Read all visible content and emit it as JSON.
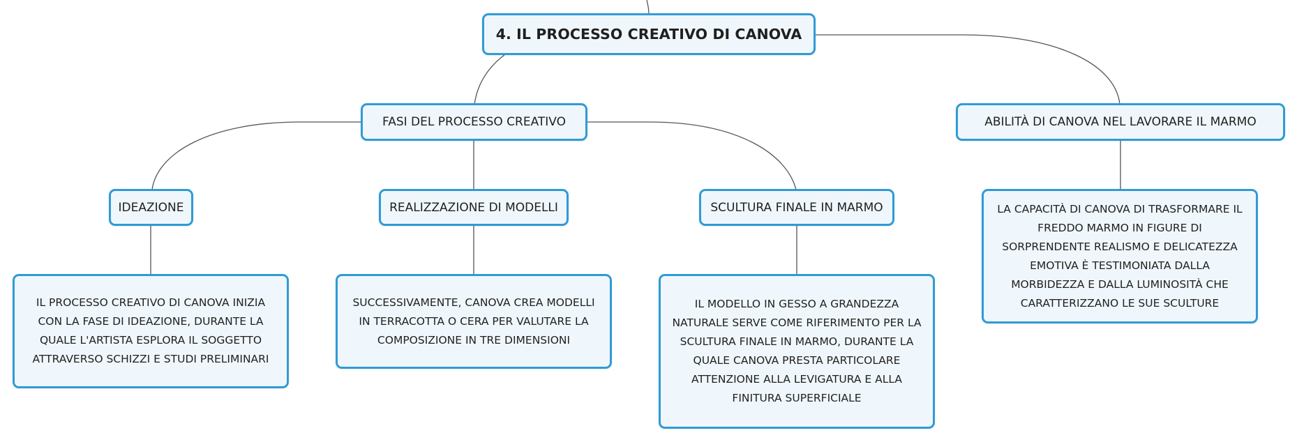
{
  "diagram": {
    "root": {
      "label": "4. IL PROCESSO CREATIVO DI CANOVA"
    },
    "fasi": {
      "label": "FASI DEL PROCESSO CREATIVO"
    },
    "abilita": {
      "label": "ABILITÀ DI CANOVA NEL LAVORARE IL MARMO"
    },
    "ideazione": {
      "label": "IDEAZIONE"
    },
    "modelli": {
      "label": "REALIZZAZIONE DI MODELLI"
    },
    "scultura": {
      "label": "SCULTURA FINALE IN MARMO"
    },
    "ideazione_text": "IL PROCESSO CREATIVO DI CANOVA INIZIA\nCON LA FASE DI IDEAZIONE, DURANTE LA\nQUALE L'ARTISTA ESPLORA IL SOGGETTO\nATTRAVERSO SCHIZZI E STUDI PRELIMINARI",
    "modelli_text": "SUCCESSIVAMENTE, CANOVA CREA MODELLI\nIN TERRACOTTA O CERA PER VALUTARE LA\nCOMPOSIZIONE IN TRE DIMENSIONI",
    "scultura_text": "IL MODELLO IN GESSO A GRANDEZZA\nNATURALE SERVE COME RIFERIMENTO PER LA\nSCULTURA FINALE IN MARMO, DURANTE LA\nQUALE CANOVA PRESTA PARTICOLARE\nATTENZIONE ALLA LEVIGATURA E ALLA\nFINITURA SUPERFICIALE",
    "abilita_text": "LA CAPACITÀ DI CANOVA DI TRASFORMARE IL\nFREDDO MARMO IN FIGURE DI\nSORPRENDENTE REALISMO E DELICATEZZA\nEMOTIVA È TESTIMONIATA DALLA\nMORBIDEZZA E DALLA LUMINOSITÀ CHE\nCARATTERIZZANO LE SUE SCULTURE",
    "colors": {
      "border": "#2f9bd6",
      "fill": "#f0f7fc",
      "line": "#555555"
    }
  }
}
